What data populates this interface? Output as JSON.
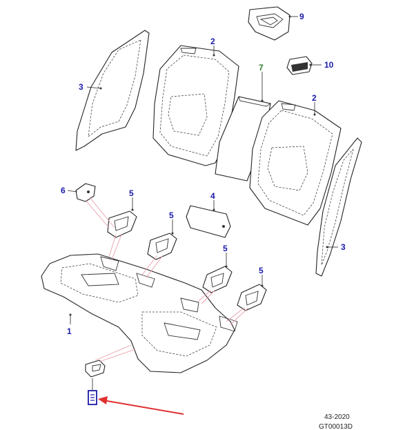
{
  "diagram": {
    "callouts": [
      {
        "id": "c9",
        "label": "9",
        "color": "#1a1aaa"
      },
      {
        "id": "c2a",
        "label": "2",
        "color": "#1a1aaa"
      },
      {
        "id": "c7",
        "label": "7",
        "color": "#2a7a2a"
      },
      {
        "id": "c10",
        "label": "10",
        "color": "#1a1aaa"
      },
      {
        "id": "c3a",
        "label": "3",
        "color": "#1a1aaa"
      },
      {
        "id": "c2b",
        "label": "2",
        "color": "#1a1aaa"
      },
      {
        "id": "c6",
        "label": "6",
        "color": "#1a1aaa"
      },
      {
        "id": "c5a",
        "label": "5",
        "color": "#1a1aaa"
      },
      {
        "id": "c4",
        "label": "4",
        "color": "#1a1aaa"
      },
      {
        "id": "c5b",
        "label": "5",
        "color": "#1a1aaa"
      },
      {
        "id": "c3b",
        "label": "3",
        "color": "#1a1aaa"
      },
      {
        "id": "c5c",
        "label": "5",
        "color": "#1a1aaa"
      },
      {
        "id": "c5d",
        "label": "5",
        "color": "#1a1aaa"
      },
      {
        "id": "c1",
        "label": "1",
        "color": "#1a1aaa"
      }
    ],
    "footer": {
      "code": "43-2020",
      "drawing": "GT00013D"
    },
    "arrow_color": "#e03030"
  }
}
